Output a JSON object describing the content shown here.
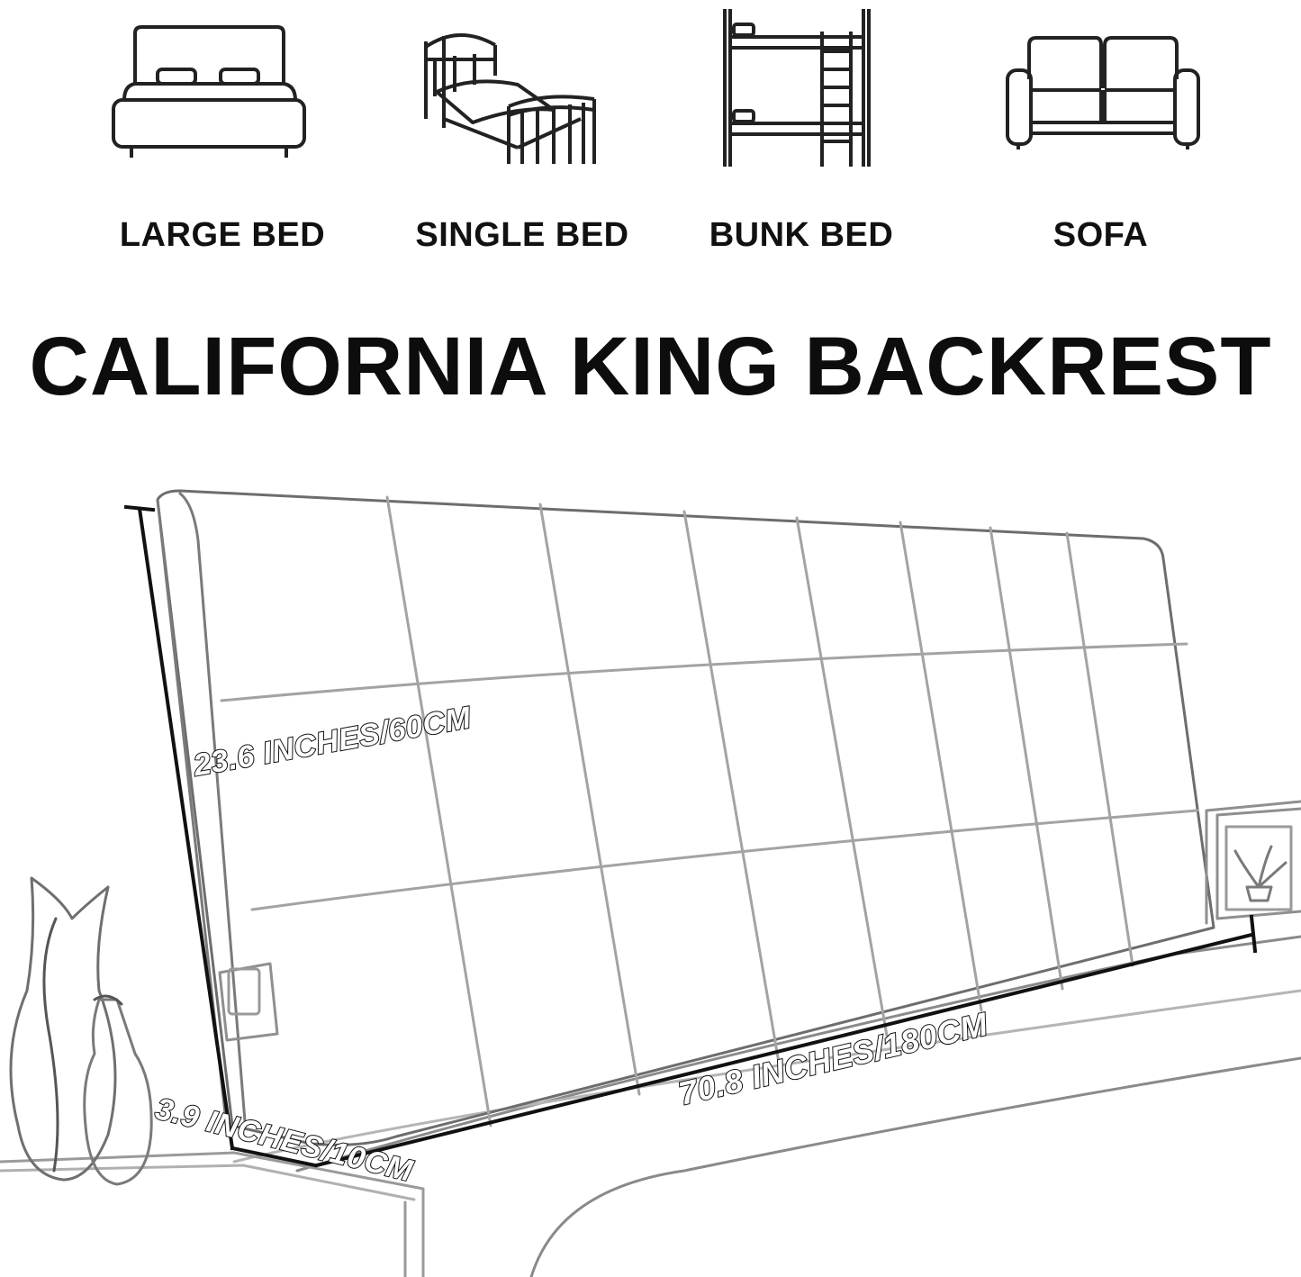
{
  "icons": [
    {
      "name": "large-bed-icon",
      "label": "LARGE BED"
    },
    {
      "name": "single-bed-icon",
      "label": "SINGLE BED"
    },
    {
      "name": "bunk-bed-icon",
      "label": "BUNK BED"
    },
    {
      "name": "sofa-icon",
      "label": "SOFA"
    }
  ],
  "title": "CALIFORNIA KING BACKREST",
  "dimensions": {
    "height": "23.6 INCHES/60CM",
    "width": "70.8 INCHES/180CM",
    "depth": "3.9 INCHES/10CM"
  },
  "colors": {
    "line": "#222222",
    "background": "#ffffff"
  }
}
